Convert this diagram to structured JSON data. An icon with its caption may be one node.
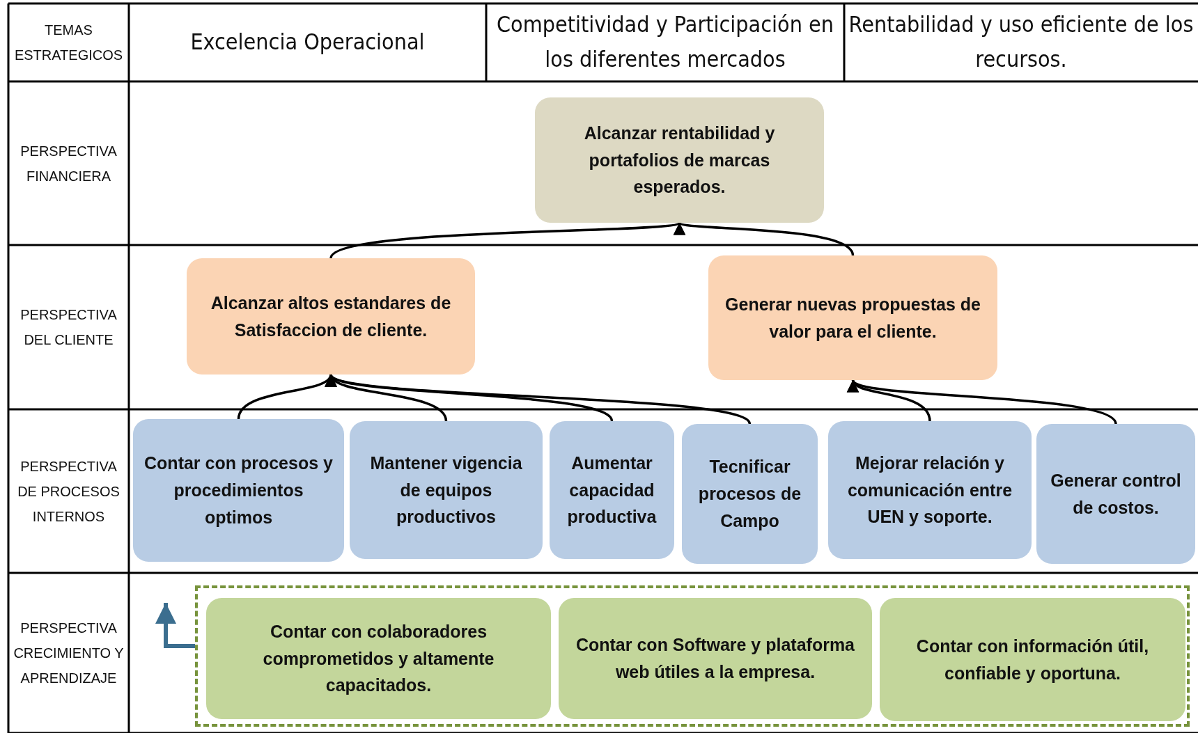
{
  "diagram": {
    "nodes": [
      {
        "text": [
          "Alcanzar rentabilidad y portafolios de marcas esperados."
        ]
      },
      {
        "text": [
          "Alcanzar altos estandares de Satisfaccion de cliente."
        ]
      },
      {
        "text": [
          "Generar nuevas propuestas de valor para el cliente."
        ]
      },
      {
        "text": [
          "Contar con procesos y procedimientos optimos"
        ]
      },
      {
        "text": [
          "Mantener vigencia de equipos productivos"
        ]
      },
      {
        "text": [
          "Aumentar capacidad productiva"
        ]
      },
      {
        "text": [
          "Tecnificar procesos de Campo"
        ]
      },
      {
        "text": [
          "Mejorar relación y comunicación entre UEN y soporte."
        ]
      },
      {
        "text": [
          "Generar control de costos."
        ]
      },
      {
        "text": [],
        "shape": "box"
      },
      {
        "text": [
          "Contar con colaboradores comprometidos y altamente capacitados."
        ],
        "in": 9
      },
      {
        "text": [
          "Contar con Software y plataforma web útiles a la empresa."
        ],
        "in": 9
      },
      {
        "text": [
          "Contar con información útil, confiable y oportuna."
        ],
        "in": 9
      }
    ],
    "edges": [
      {
        "from": 1,
        "to": 0,
        "arrow": "to"
      },
      {
        "from": 2,
        "to": 0,
        "arrow": "to"
      },
      {
        "from": 3,
        "to": 1,
        "arrow": "to"
      },
      {
        "from": 4,
        "to": 1,
        "arrow": "to"
      },
      {
        "from": 5,
        "to": 1,
        "arrow": "to"
      },
      {
        "from": 6,
        "to": 1,
        "arrow": "to"
      },
      {
        "from": 7,
        "to": 2,
        "arrow": "to"
      },
      {
        "from": 8,
        "to": 2,
        "arrow": "to"
      },
      {
        "from": 9,
        "to": null,
        "arrow": "to",
        "color": "#3b6e8f"
      }
    ],
    "labels": [
      "TEMAS ESTRATEGICOS",
      "Excelencia Operacional",
      "Competitividad y Participación en los diferentes mercados",
      "Rentabilidad y uso eficiente de los recursos.",
      "PERSPECTIVA FINANCIERA",
      "PERSPECTIVA DEL CLIENTE",
      "PERSPECTIVA DE PROCESOS INTERNOS",
      "PERSPECTIVA CRECIMIENTO Y APRENDIZAJE"
    ]
  }
}
